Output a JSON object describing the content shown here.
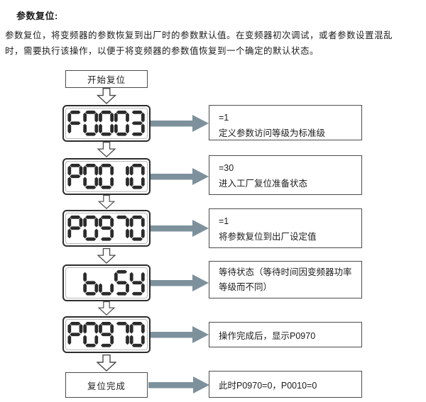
{
  "colors": {
    "arrow": "#7d919c",
    "line": "#4c4c4c",
    "text": "#1c1c1c"
  },
  "header": {
    "title": "参数复位:"
  },
  "intro": {
    "line1": "参数复位，将变频器的参数恢复到出厂时的参数默认值。在变频器初次调试，或者参数设置混乱",
    "line2": "时，需要执行该操作，以便于将变频器的参数值恢复到一个确定的默认状态。"
  },
  "flow": {
    "start_label": "开始复位",
    "end_label": "复位完成",
    "steps": [
      {
        "display": "F0003",
        "note_value": "=1",
        "note_text": "定义参数访问等级为标准级"
      },
      {
        "display": "P0010",
        "note_value": "=30",
        "note_text": "进入工厂复位准备状态"
      },
      {
        "display": "P0970",
        "note_value": "=1",
        "note_text": "将参数复位到出厂设定值"
      },
      {
        "display": "buSY",
        "note_value": "",
        "note_text": "等待状态（等待时间因变频器功率等级而不同）"
      },
      {
        "display": "P0970",
        "note_value": "",
        "note_text": "操作完成后，显示P0970"
      }
    ],
    "end_note": "此时P0970=0，P0010=0"
  }
}
